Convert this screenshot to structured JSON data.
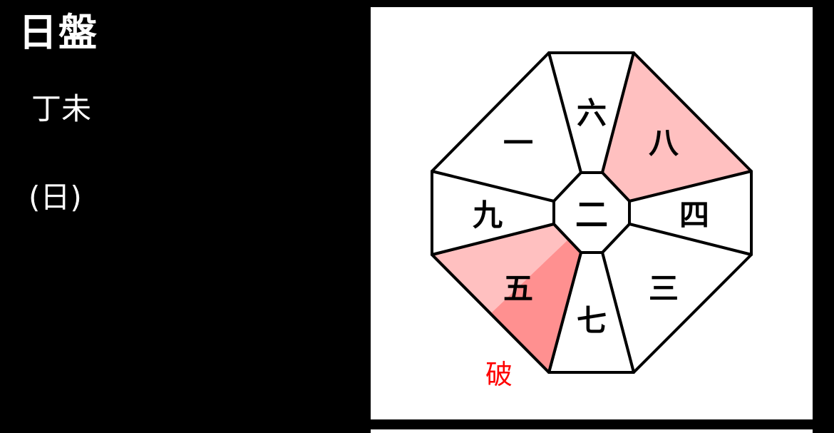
{
  "header": {
    "title": "日盤",
    "stem_branch": "丁未",
    "day_kind": "(日)"
  },
  "board": {
    "center": "二",
    "sectors": {
      "north": "六",
      "northeast": "八",
      "east": "四",
      "southeast": "三",
      "south": "七",
      "southwest": "五",
      "west": "九",
      "northwest": "一"
    },
    "break_label": "破"
  },
  "colors": {
    "background": "#000000",
    "panel": "#ffffff",
    "highlight": "#ffc0c0",
    "highlight_dark": "#ff9090",
    "break_text": "#ff0000",
    "stroke": "#000000"
  }
}
